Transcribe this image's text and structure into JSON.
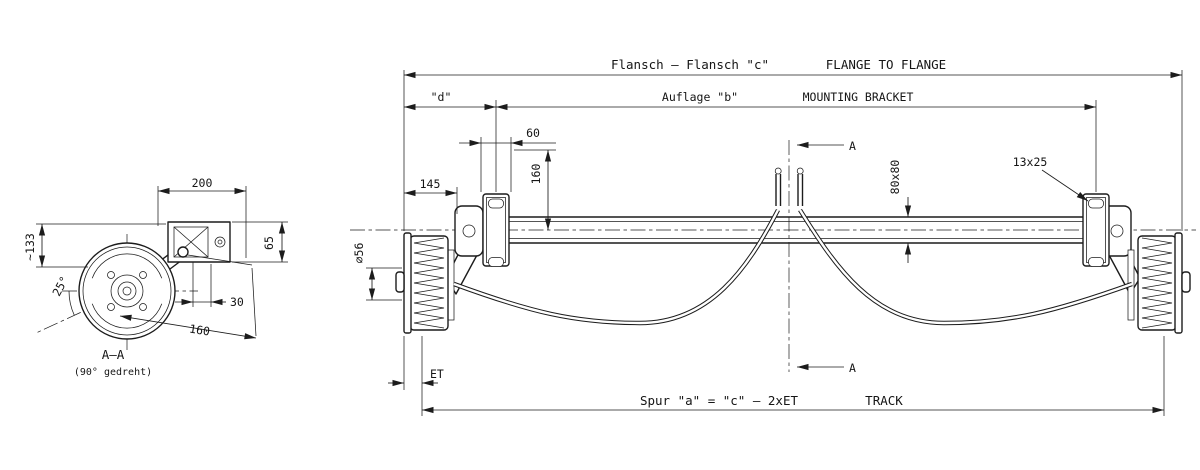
{
  "colors": {
    "ink": "#1c1c1c",
    "background": "#ffffff"
  },
  "main_view": {
    "flange_de": "Flansch – Flansch \"c\"",
    "flange_en": "FLANGE TO FLANGE",
    "dim_d": "\"d\"",
    "bracket_de": "Auflage \"b\"",
    "bracket_en": "MOUNTING BRACKET",
    "dim_60": "60",
    "dim_160": "160",
    "dim_145": "145",
    "tube_size": "80x80",
    "slot_size": "13x25",
    "section_label_top": "A",
    "section_label_bottom": "A",
    "spindle_dia": "⌀56",
    "dim_et": "ET",
    "track_de": "Spur \"a\" = \"c\" – 2xET",
    "track_en": "TRACK"
  },
  "section_view": {
    "dim_200": "200",
    "dim_65": "65",
    "dim_133": "~133",
    "angle_25": "25°",
    "dim_30": "30",
    "dim_160": "160",
    "title": "A–A",
    "subtitle": "(90° gedreht)"
  }
}
